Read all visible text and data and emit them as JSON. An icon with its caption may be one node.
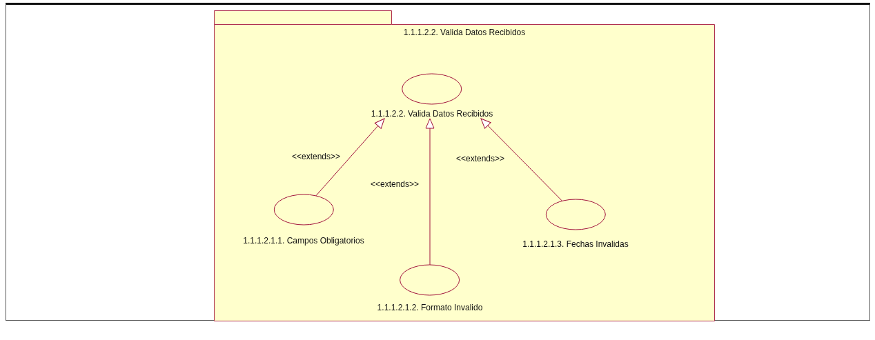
{
  "diagram": {
    "nodes": [
      {
        "text": [
          "1.1.1.2.2. Valida Datos Recibidos"
        ]
      },
      {
        "text": [
          "1.1.1.2.2. Valida Datos Recibidos"
        ],
        "in": 0
      },
      {
        "text": [
          "1.1.1.2.1.1. Campos Obligatorios"
        ],
        "in": 0
      },
      {
        "text": [
          "1.1.1.2.1.2. Formato Invalido"
        ],
        "in": 0
      },
      {
        "text": [
          "1.1.1.2.1.3. Fechas Invalidas"
        ],
        "in": 0
      }
    ],
    "edges": [
      {
        "from": 2,
        "to": 1,
        "arrow": "to",
        "label": "<<extends>>"
      },
      {
        "from": 3,
        "to": 1,
        "arrow": "to",
        "label": "<<extends>>"
      },
      {
        "from": 4,
        "to": 1,
        "arrow": "to",
        "label": "<<extends>>"
      }
    ]
  }
}
